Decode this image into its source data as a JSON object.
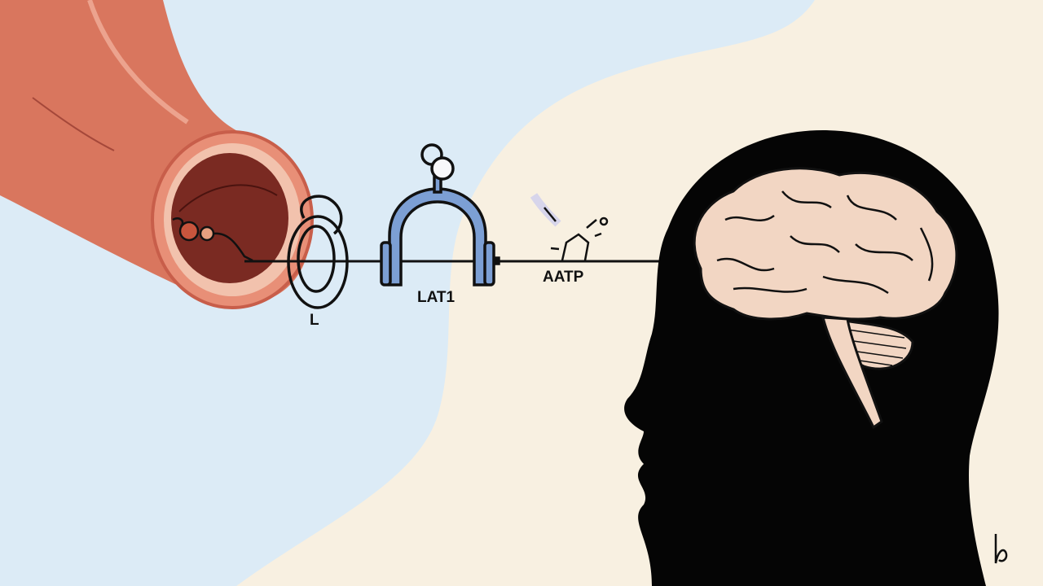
{
  "labels": {
    "ligand": "L",
    "transporter": "LAT1",
    "aatp": "AATP"
  },
  "signature": "b",
  "colors": {
    "background_left": "#dcebf6",
    "background_right": "#f8f0e1",
    "vessel": "#d9765e",
    "vessel_inner": "#7a2a22",
    "transporter": "#7c9fd4",
    "head": "#050505",
    "brain": "#f2d6c3"
  }
}
